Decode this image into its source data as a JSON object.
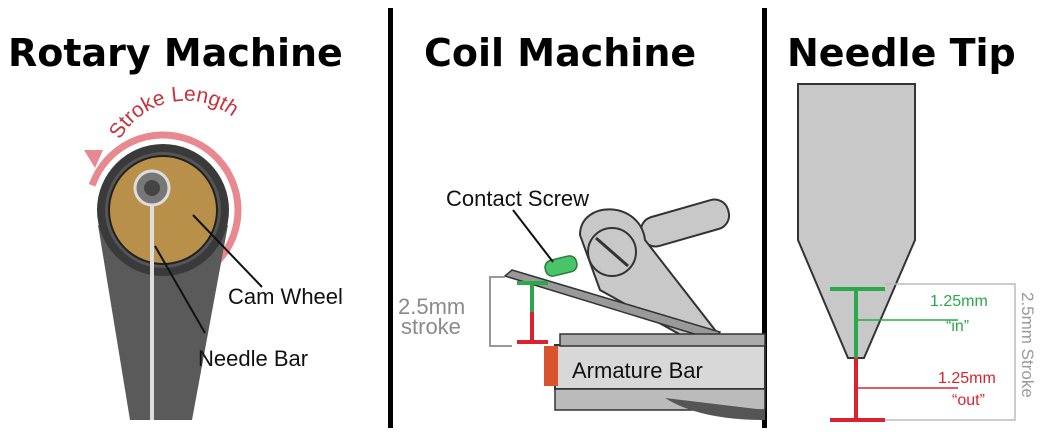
{
  "panels": {
    "rotary": {
      "title": "Rotary Machine",
      "stroke_length_label": "Stroke Length",
      "cam_wheel_label": "Cam Wheel",
      "needle_bar_label": "Needle Bar"
    },
    "coil": {
      "title": "Coil Machine",
      "contact_screw_label": "Contact Screw",
      "stroke_value_label": "2.5mm",
      "stroke_word_label": "stroke",
      "armature_bar_label": "Armature Bar"
    },
    "needle": {
      "title": "Needle Tip",
      "in_value_label": "1.25mm",
      "in_word_label": "“in”",
      "out_value_label": "1.25mm",
      "out_word_label": "“out”",
      "total_stroke_label": "2.5mm Stroke"
    }
  },
  "colors": {
    "in_green": "#2aa84a",
    "out_red": "#d9232e",
    "stroke_arc_pink": "#e8898f",
    "stroke_text_red": "#c8323c",
    "cam_brown": "#b8904a",
    "machine_gray": "#5a5a5a",
    "light_gray": "#c8c8c8",
    "dim_gray": "#999999"
  }
}
